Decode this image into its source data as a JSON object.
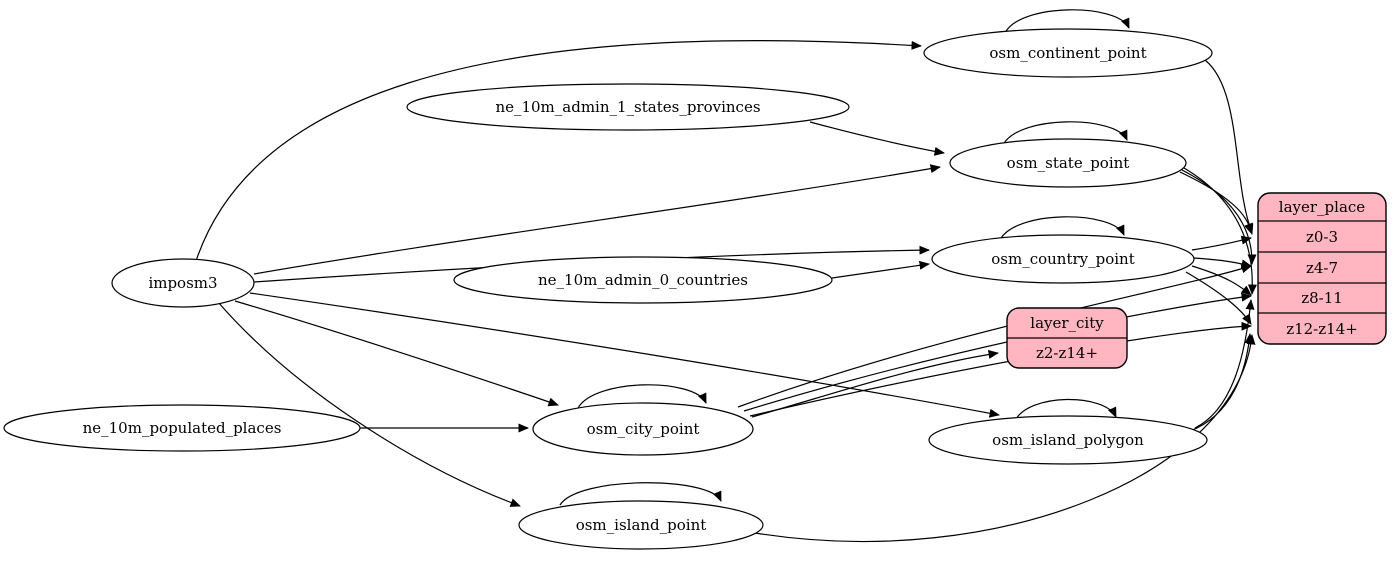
{
  "diagram": {
    "type": "graphviz-etl-dependency-graph",
    "background": "#ffffff",
    "colors": {
      "record_fill": "#ffb6c1",
      "node_fill": "#ffffff",
      "stroke": "#000000",
      "edge": "#000000",
      "text": "#000000"
    },
    "nodes": {
      "imposm3": {
        "label": "imposm3"
      },
      "ne_states": {
        "label": "ne_10m_admin_1_states_provinces"
      },
      "ne_countries": {
        "label": "ne_10m_admin_0_countries"
      },
      "ne_places": {
        "label": "ne_10m_populated_places"
      },
      "continent": {
        "label": "osm_continent_point"
      },
      "state": {
        "label": "osm_state_point"
      },
      "country": {
        "label": "osm_country_point"
      },
      "city": {
        "label": "osm_city_point"
      },
      "island_polygon": {
        "label": "osm_island_polygon"
      },
      "island_point": {
        "label": "osm_island_point"
      },
      "layer_city": {
        "title": "layer_city",
        "rows": {
          "r1": "z2-z14+"
        }
      },
      "layer_place": {
        "title": "layer_place",
        "rows": {
          "r1": "z0-3",
          "r2": "z4-7",
          "r3": "z8-11",
          "r4": "z12-z14+"
        }
      }
    },
    "edges": [
      {
        "from": "imposm3",
        "to": "osm_continent_point"
      },
      {
        "from": "imposm3",
        "to": "osm_state_point"
      },
      {
        "from": "imposm3",
        "to": "osm_country_point"
      },
      {
        "from": "imposm3",
        "to": "osm_city_point"
      },
      {
        "from": "imposm3",
        "to": "osm_island_polygon"
      },
      {
        "from": "imposm3",
        "to": "osm_island_point"
      },
      {
        "from": "ne_10m_admin_1_states_provinces",
        "to": "osm_state_point"
      },
      {
        "from": "ne_10m_admin_0_countries",
        "to": "osm_country_point"
      },
      {
        "from": "ne_10m_populated_places",
        "to": "osm_city_point"
      },
      {
        "from": "osm_continent_point",
        "to": "osm_continent_point"
      },
      {
        "from": "osm_state_point",
        "to": "osm_state_point"
      },
      {
        "from": "osm_country_point",
        "to": "osm_country_point"
      },
      {
        "from": "osm_city_point",
        "to": "osm_city_point"
      },
      {
        "from": "osm_island_polygon",
        "to": "osm_island_polygon"
      },
      {
        "from": "osm_island_point",
        "to": "osm_island_point"
      },
      {
        "from": "osm_continent_point",
        "to": "layer_place:z0-3"
      },
      {
        "from": "osm_state_point",
        "to": "layer_place:z0-3"
      },
      {
        "from": "osm_state_point",
        "to": "layer_place:z4-7"
      },
      {
        "from": "osm_state_point",
        "to": "layer_place:z8-11"
      },
      {
        "from": "osm_country_point",
        "to": "layer_place:z0-3"
      },
      {
        "from": "osm_country_point",
        "to": "layer_place:z4-7"
      },
      {
        "from": "osm_country_point",
        "to": "layer_place:z8-11"
      },
      {
        "from": "osm_country_point",
        "to": "layer_place:z12-z14+"
      },
      {
        "from": "osm_city_point",
        "to": "layer_city:z2-z14+"
      },
      {
        "from": "osm_city_point",
        "to": "layer_place:z4-7"
      },
      {
        "from": "osm_city_point",
        "to": "layer_place:z8-11"
      },
      {
        "from": "osm_city_point",
        "to": "layer_place:z12-z14+"
      },
      {
        "from": "osm_island_polygon",
        "to": "layer_place:z8-11"
      },
      {
        "from": "osm_island_polygon",
        "to": "layer_place:z12-z14+"
      },
      {
        "from": "osm_island_point",
        "to": "layer_place:z12-z14+"
      }
    ]
  }
}
